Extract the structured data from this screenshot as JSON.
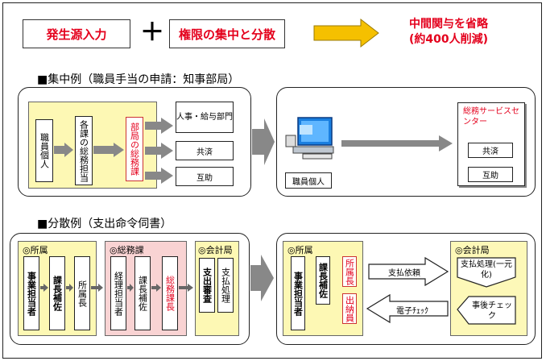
{
  "top": {
    "box1": "発生源入力",
    "plus": "＋",
    "box2": "権限の集中と分散",
    "result_line1": "中間関与を省略",
    "result_line2": "(約400人削減)"
  },
  "section1": {
    "heading": "■集中例（職員手当の申請：知事部局）",
    "person": "職員個人",
    "section_staff": "各課の総務担当",
    "general_affairs": "部局の総務課",
    "targets": [
      "人事・給与部門",
      "共済",
      "互助"
    ],
    "pc_label": "職員個人",
    "center_title": "総務サービスセンター",
    "center_items": [
      "共済",
      "互助"
    ]
  },
  "section2": {
    "heading": "■分散例（支出命令伺書）",
    "left": {
      "group1_title": "◎所属",
      "group1_items": [
        "事業担当者",
        "課長補佐",
        "所属長"
      ],
      "group2_title": "◎総務課",
      "group2_items": [
        "経理担当者",
        "課長補佐",
        "総務課長"
      ],
      "group3_title": "◎会計局",
      "group3_items": [
        "支出審査",
        "支払処理"
      ]
    },
    "right": {
      "group1_title": "◎所属",
      "group1_items": [
        "事業担当者",
        "課長補佐",
        "所属長",
        "出納員"
      ],
      "flow1": "支払依頼",
      "flow2": "電子ﾁｪｯｸ",
      "group2_title": "◎会計局",
      "payment": "支払処理(一元化)",
      "check": "事後チェック"
    }
  }
}
